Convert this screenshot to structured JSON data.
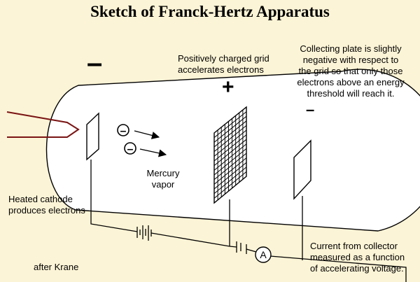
{
  "title": "Sketch of Franck-Hertz Apparatus",
  "labels": {
    "grid": "Positively charged grid\naccelerates electrons",
    "collector": "Collecting plate is slightly\nnegative with respect to\nthe grid so that only those\nelectrons above an energy\nthreshold will reach it.",
    "vapor": "Mercury\nvapor",
    "cathode": "Heated cathode\nproduces electrons",
    "current": "Current from collector\nmeasured as a function\nof accelerating voltage.",
    "credit": "after Krane"
  },
  "signs": {
    "cathode": "–",
    "grid": "+",
    "collector": "–",
    "electron": "–",
    "ammeter": "A"
  },
  "colors": {
    "background": "#fcf4d6",
    "tube_fill": "#ffffff",
    "outline": "#000000",
    "heater_wire": "#7a1414"
  }
}
